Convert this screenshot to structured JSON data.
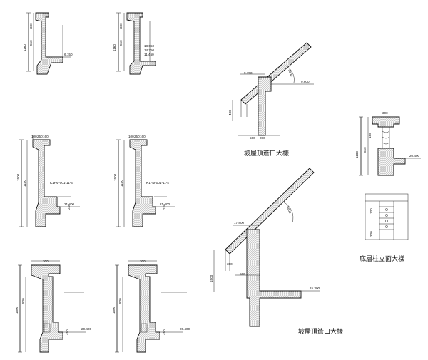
{
  "titles": {
    "eave_upper": "坡屋頂簷口大樣",
    "eave_lower": "坡屋頂簷口大樣",
    "column_elevation": "底層柱立面大樣"
  },
  "labels": {
    "d1": [
      "1160",
      "300",
      "550",
      "6.150"
    ],
    "d2": [
      "1160",
      "300",
      "550",
      "18.050",
      "14.750",
      "11.450"
    ],
    "d3": [
      "100",
      "250",
      "160",
      "1100",
      "1500",
      "K1FM-001-11-4",
      "21.400",
      "240"
    ],
    "d4": [
      "100",
      "250",
      "160",
      "1100",
      "1500",
      "K1FM-001-11-4",
      "21.400",
      "240"
    ],
    "d5": [
      "300",
      "1500",
      "800",
      "20.400",
      "450"
    ],
    "d6": [
      "300",
      "1500",
      "800",
      "20.400",
      "450"
    ],
    "eave1": [
      "9.750",
      "6000",
      "9.600",
      "400",
      "500",
      "280"
    ],
    "eave2": [
      "17.800",
      "6000",
      "1500",
      "500",
      "15.300",
      "300"
    ],
    "col1": [
      "300",
      "1100",
      "650",
      "20.400",
      "160"
    ],
    "col2": [
      "100",
      "300"
    ]
  }
}
